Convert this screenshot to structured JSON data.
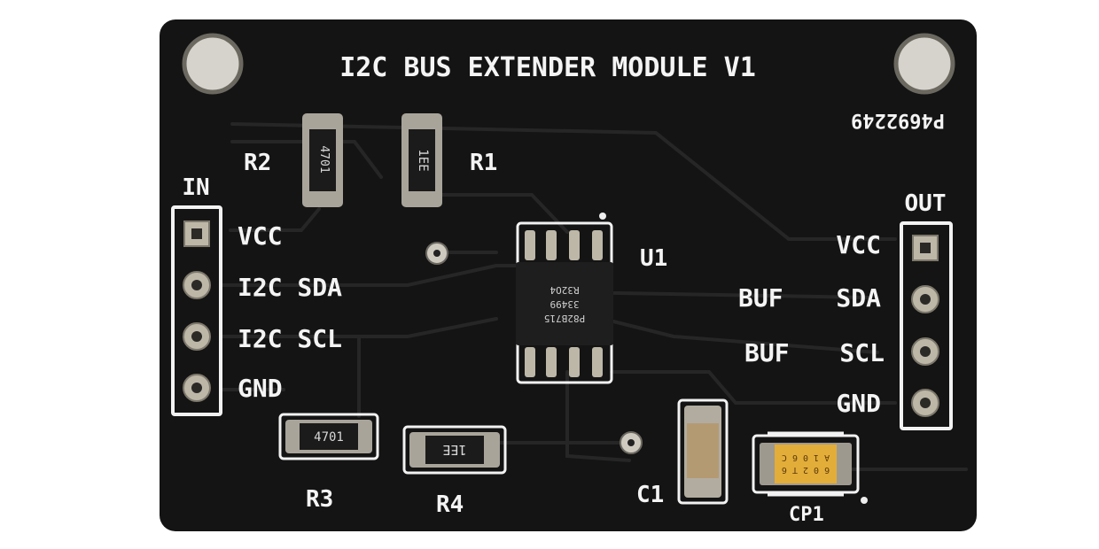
{
  "board": {
    "title": "I2C BUS EXTENDER MODULE V1",
    "part_number": "P4692249",
    "colors": {
      "pcb": "#141414",
      "trace": "#2a2a2a",
      "silkscreen": "#f2f2f2",
      "pad": "#b9b4a6",
      "background": "#ffffff"
    }
  },
  "headers": {
    "in": {
      "title": "IN",
      "pins": [
        "VCC",
        "I2C SDA",
        "I2C SCL",
        "GND"
      ]
    },
    "out": {
      "title": "OUT",
      "pins": [
        {
          "prefix": "",
          "name": "VCC"
        },
        {
          "prefix": "BUF",
          "name": "SDA"
        },
        {
          "prefix": "BUF",
          "name": "SCL"
        },
        {
          "prefix": "",
          "name": "GND"
        }
      ]
    }
  },
  "components": {
    "r1": {
      "ref": "R1",
      "marking": "1EE"
    },
    "r2": {
      "ref": "R2",
      "marking": "4701"
    },
    "r3": {
      "ref": "R3",
      "marking": "4701"
    },
    "r4": {
      "ref": "R4",
      "marking": "1EE"
    },
    "u1": {
      "ref": "U1",
      "marking_lines": [
        "P82B715",
        "33499",
        "R32O4"
      ]
    },
    "c1": {
      "ref": "C1"
    },
    "cp1": {
      "ref": "CP1",
      "marking_lines": [
        "6 0 2 T 6",
        "A 1 0 6 C"
      ]
    }
  }
}
